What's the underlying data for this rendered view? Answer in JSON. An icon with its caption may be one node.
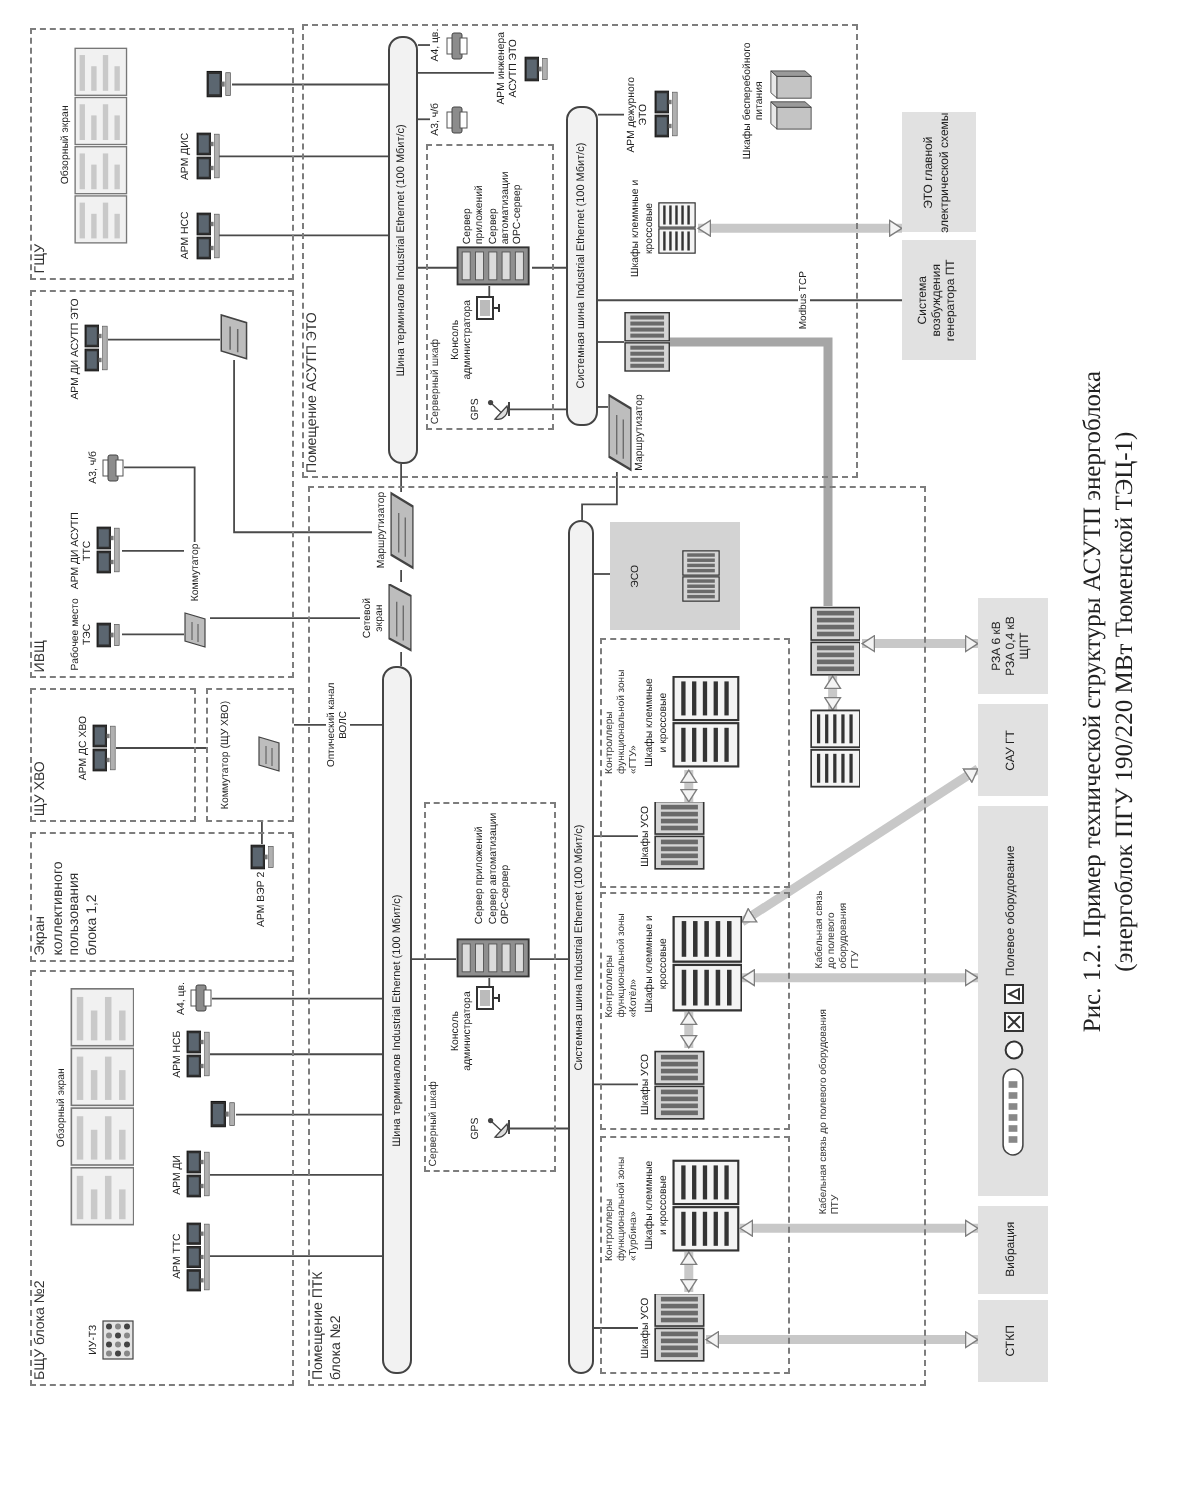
{
  "diagram": {
    "caption": "Рис. 1.2. Пример технической структуры АСУТП энергоблока (энергоблок ПГУ 190/220 МВт Тюменской ТЭЦ-1)",
    "nodes": [
      {
        "text": [
          "ГЩУ"
        ]
      },
      {
        "text": [
          "Обзорный экран"
        ],
        "in": 0
      },
      {
        "text": [],
        "shape": "picture",
        "in": 0
      },
      {
        "text": [
          "АРМ ДИС"
        ],
        "in": 0
      },
      {
        "text": [
          "АРМ НСС"
        ],
        "in": 0
      },
      {
        "text": [
          "ИВЩ"
        ]
      },
      {
        "text": [
          "АРМ ДИ АСУТП ЭТО"
        ],
        "in": 5
      },
      {
        "text": [],
        "shape": "picture",
        "in": 5
      },
      {
        "text": [
          "А3, ч/б"
        ],
        "in": 5
      },
      {
        "text": [
          "АРМ ДИ АСУТП ТТС"
        ],
        "in": 5
      },
      {
        "text": [
          "Рабочее место ТЭС"
        ],
        "in": 5
      },
      {
        "text": [
          "Коммутатор"
        ],
        "in": 5
      },
      {
        "text": [
          "ЩУ ХВО"
        ]
      },
      {
        "text": [
          "АРМ ДС ХВО"
        ],
        "in": 12
      },
      {
        "text": [
          "Коммутатор (ЩУ ХВО)"
        ]
      },
      {
        "text": [
          "Экран коллективного пользования блока 1,2"
        ]
      },
      {
        "text": [
          "АРМ ВЭР 2"
        ],
        "in": 15
      },
      {
        "text": [
          "БЩУ блока №2"
        ]
      },
      {
        "text": [
          "ИУ-ТЗ"
        ],
        "in": 17
      },
      {
        "text": [
          "Обзорный экран"
        ],
        "in": 17
      },
      {
        "text": [
          "АРМ ТТС"
        ],
        "in": 17
      },
      {
        "text": [
          "АРМ ДИ"
        ],
        "in": 17
      },
      {
        "text": [],
        "shape": "picture",
        "in": 17
      },
      {
        "text": [
          "АРМ НСБ"
        ],
        "in": 17
      },
      {
        "text": [
          "А4, цв."
        ],
        "in": 17
      },
      {
        "text": [
          "Помещение АСУТП ЭТО"
        ]
      },
      {
        "text": [
          "Шина терминалов Industrial Ethernet (100 Мбит/с)"
        ],
        "in": 25
      },
      {
        "text": [
          "А4, цв."
        ],
        "in": 25
      },
      {
        "text": [
          "А3, ч/б"
        ],
        "in": 25
      },
      {
        "text": [
          "АРМ инженера АСУТП ЭТО"
        ],
        "in": 25
      },
      {
        "text": [
          "Серверный шкаф"
        ],
        "in": 25
      },
      {
        "text": [
          "Сервер приложений",
          "Сервер автоматизации",
          "OPC-сервер"
        ],
        "in": 30
      },
      {
        "text": [
          "Консоль администратора"
        ],
        "in": 30
      },
      {
        "text": [
          "GPS"
        ],
        "in": 30
      },
      {
        "text": [
          "Маршрутизатор"
        ],
        "in": 25
      },
      {
        "text": [
          "Системная шина Industrial Ethernet (100 Мбит/с)"
        ],
        "in": 25
      },
      {
        "text": [
          "АРМ дежурного ЭТО"
        ],
        "in": 25
      },
      {
        "text": [],
        "shape": "picture",
        "in": 25
      },
      {
        "text": [
          "Шкафы клеммные и кроссовые"
        ],
        "in": 25
      },
      {
        "text": [
          "Шкафы бесперебойного питания"
        ],
        "in": 25
      },
      {
        "text": [
          "Система возбуждения генератора ПТ"
        ]
      },
      {
        "text": [
          "ЭТО главной электрической схемы"
        ]
      },
      {
        "text": [
          "Помещение ПТК блока №2"
        ]
      },
      {
        "text": [
          "Сетевой экран"
        ],
        "in": 42
      },
      {
        "text": [
          "Маршрутизатор"
        ],
        "in": 42
      },
      {
        "text": [
          "Шина терминалов Industrial Ethernet (100 Мбит/с)"
        ],
        "in": 42
      },
      {
        "text": [
          "Серверный шкаф"
        ],
        "in": 42
      },
      {
        "text": [
          "Сервер приложений",
          "Сервер автоматизации",
          "OPC-сервер"
        ],
        "in": 46
      },
      {
        "text": [
          "Консоль администратора"
        ],
        "in": 46
      },
      {
        "text": [
          "GPS"
        ],
        "in": 46
      },
      {
        "text": [
          "Системная шина Industrial Ethernet (100 Мбит/с)"
        ],
        "in": 42
      },
      {
        "text": [
          "ЭСО"
        ],
        "in": 42
      },
      {
        "text": [
          "Контроллеры функциональной зоны «ГТУ»"
        ],
        "in": 42
      },
      {
        "text": [
          "Шкафы УСО"
        ],
        "in": 52
      },
      {
        "text": [
          "Шкафы клеммные и кроссовые"
        ],
        "in": 52
      },
      {
        "text": [
          "Контроллеры функциональной зоны «Котёл»"
        ],
        "in": 42
      },
      {
        "text": [
          "Шкафы УСО"
        ],
        "in": 55
      },
      {
        "text": [
          "Шкафы клеммные и кроссовые"
        ],
        "in": 55
      },
      {
        "text": [
          "Контроллеры функциональной зоны «Турбина»"
        ],
        "in": 42
      },
      {
        "text": [
          "Шкафы УСО"
        ],
        "in": 58
      },
      {
        "text": [
          "Шкафы клеммные и кроссовые"
        ],
        "in": 58
      },
      {
        "text": [],
        "shape": "picture",
        "in": 42
      },
      {
        "text": [],
        "shape": "picture",
        "in": 42
      },
      {
        "text": [
          "СТКП"
        ]
      },
      {
        "text": [
          "Вибрация"
        ]
      },
      {
        "text": [
          "Полевое оборудование"
        ]
      },
      {
        "text": [
          "САУ ГТ"
        ]
      },
      {
        "text": [
          "РЗА 6 кВ",
          "РЗА 0,4 кВ",
          "ЩПТ"
        ]
      }
    ],
    "edges": [
      {
        "from": 2,
        "to": 26,
        "arrow": "none"
      },
      {
        "from": 3,
        "to": 26,
        "arrow": "none"
      },
      {
        "from": 4,
        "to": 26,
        "arrow": "none"
      },
      {
        "from": 26,
        "to": 27,
        "arrow": "none"
      },
      {
        "from": 26,
        "to": 28,
        "arrow": "none"
      },
      {
        "from": 26,
        "to": 29,
        "arrow": "none"
      },
      {
        "from": 26,
        "to": 31,
        "arrow": "none"
      },
      {
        "from": 31,
        "to": 35,
        "arrow": "none"
      },
      {
        "from": 32,
        "to": 31,
        "arrow": "none"
      },
      {
        "from": 33,
        "to": 35,
        "arrow": "none"
      },
      {
        "from": 34,
        "to": 35,
        "arrow": "none"
      },
      {
        "from": 34,
        "to": 50,
        "arrow": "none"
      },
      {
        "from": 35,
        "to": 36,
        "arrow": "none"
      },
      {
        "from": 35,
        "to": 37,
        "arrow": "none"
      },
      {
        "from": 35,
        "to": 40,
        "arrow": "none",
        "label": "Modbus TCP"
      },
      {
        "from": 38,
        "to": 41,
        "arrow": "both",
        "style": "thick",
        "color": "#c8c8c8"
      },
      {
        "from": 37,
        "to": 61,
        "arrow": "none",
        "style": "thick",
        "color": "#a6a6a6"
      },
      {
        "from": 26,
        "to": 44,
        "arrow": "none"
      },
      {
        "from": 44,
        "to": 43,
        "arrow": "none"
      },
      {
        "from": 43,
        "to": 45,
        "arrow": "none"
      },
      {
        "from": 6,
        "to": 7,
        "arrow": "none"
      },
      {
        "from": 7,
        "to": 44,
        "arrow": "none"
      },
      {
        "from": 8,
        "to": 11,
        "arrow": "none"
      },
      {
        "from": 9,
        "to": 11,
        "arrow": "none"
      },
      {
        "from": 10,
        "to": 11,
        "arrow": "none"
      },
      {
        "from": 11,
        "to": 43,
        "arrow": "none"
      },
      {
        "from": 13,
        "to": 14,
        "arrow": "none"
      },
      {
        "from": 14,
        "to": 45,
        "arrow": "none",
        "label": "Оптический канал ВОЛС"
      },
      {
        "from": 14,
        "to": 16,
        "arrow": "none"
      },
      {
        "from": 20,
        "to": 45,
        "arrow": "none"
      },
      {
        "from": 21,
        "to": 45,
        "arrow": "none"
      },
      {
        "from": 22,
        "to": 45,
        "arrow": "none"
      },
      {
        "from": 23,
        "to": 45,
        "arrow": "none"
      },
      {
        "from": 24,
        "to": 45,
        "arrow": "none"
      },
      {
        "from": 45,
        "to": 47,
        "arrow": "none"
      },
      {
        "from": 47,
        "to": 50,
        "arrow": "none"
      },
      {
        "from": 48,
        "to": 47,
        "arrow": "none"
      },
      {
        "from": 49,
        "to": 50,
        "arrow": "none"
      },
      {
        "from": 50,
        "to": 51,
        "arrow": "none"
      },
      {
        "from": 50,
        "to": 53,
        "arrow": "none"
      },
      {
        "from": 50,
        "to": 56,
        "arrow": "none"
      },
      {
        "from": 50,
        "to": 59,
        "arrow": "none"
      },
      {
        "from": 53,
        "to": 54,
        "arrow": "both",
        "style": "thick",
        "color": "#c8c8c8"
      },
      {
        "from": 56,
        "to": 57,
        "arrow": "both",
        "style": "thick",
        "color": "#c8c8c8"
      },
      {
        "from": 59,
        "to": 60,
        "arrow": "both",
        "style": "thick",
        "color": "#c8c8c8"
      },
      {
        "from": 62,
        "to": 61,
        "arrow": "both",
        "style": "thick",
        "color": "#c8c8c8"
      },
      {
        "from": 59,
        "to": 63,
        "arrow": "both",
        "style": "thick",
        "color": "#c8c8c8"
      },
      {
        "from": 60,
        "to": 64,
        "arrow": "both",
        "style": "thick",
        "color": "#c8c8c8"
      },
      {
        "from": 57,
        "to": 65,
        "arrow": "both",
        "style": "thick",
        "color": "#c8c8c8"
      },
      {
        "from": 57,
        "to": 66,
        "arrow": "both",
        "style": "thick",
        "color": "#c8c8c8"
      },
      {
        "from": 61,
        "to": 67,
        "arrow": "both",
        "style": "thick",
        "color": "#c8c8c8"
      }
    ],
    "labels": [
      "Кабельная связь до полевого оборудования ПТУ",
      "Кабельная связь до полевого оборудования ГТУ"
    ]
  }
}
